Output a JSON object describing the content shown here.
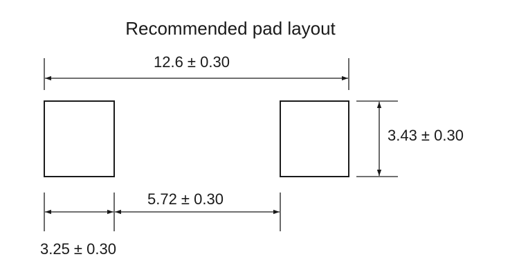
{
  "diagram": {
    "title": "Recommended pad layout",
    "dimensions": {
      "overall_length": "12.6 ± 0.30",
      "pad_height": "3.43 ± 0.30",
      "pad_gap": "5.72 ± 0.30",
      "pad_width": "3.25 ± 0.30"
    },
    "colors": {
      "line": "#1a1a1a",
      "background": "#ffffff"
    }
  }
}
